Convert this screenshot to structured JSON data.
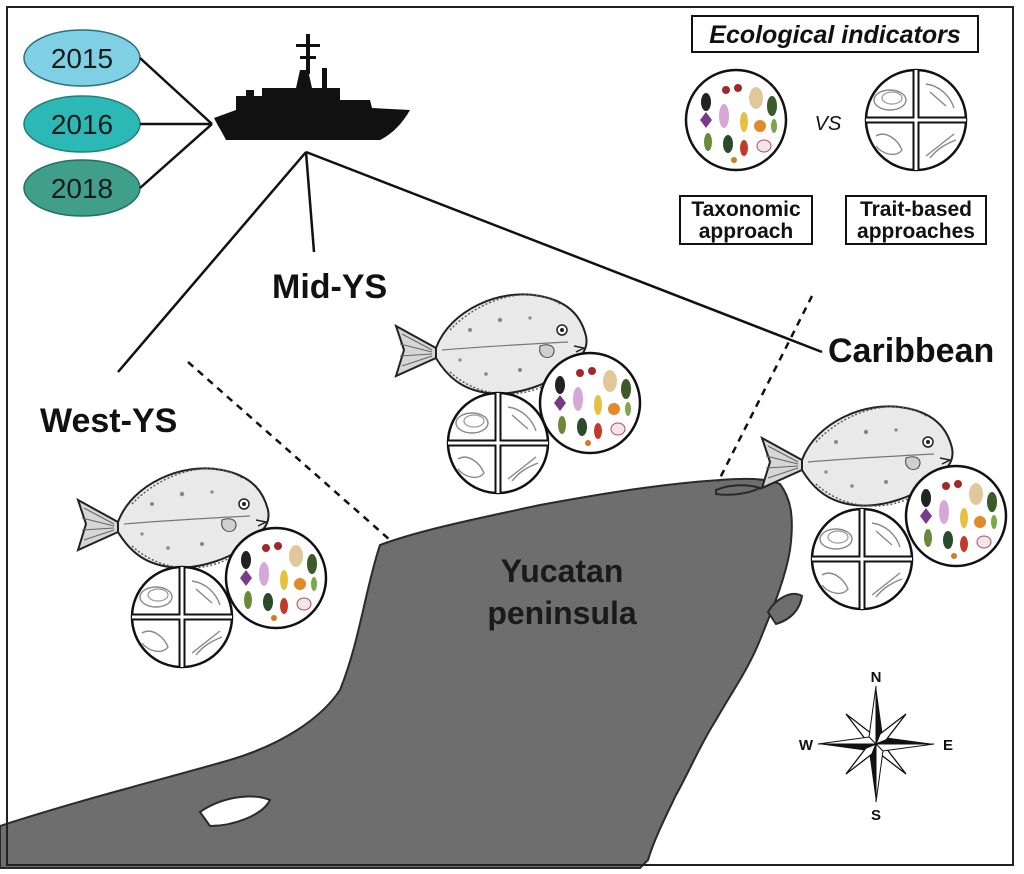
{
  "years": [
    {
      "label": "2015",
      "color": "#7fd0e4"
    },
    {
      "label": "2016",
      "color": "#2cb9b6"
    },
    {
      "label": "2018",
      "color": "#3f9f8a"
    }
  ],
  "regions": {
    "west": "West-YS",
    "mid": "Mid-YS",
    "caribbean": "Caribbean"
  },
  "land_label_line1": "Yucatan",
  "land_label_line2": "peninsula",
  "indicators": {
    "title": "Ecological indicators",
    "vs": "VS",
    "taxonomic_line1": "Taxonomic",
    "taxonomic_line2": "approach",
    "trait_line1": "Trait-based",
    "trait_line2": "approaches"
  },
  "compass": {
    "n": "N",
    "s": "S",
    "e": "E",
    "w": "W"
  },
  "icons": {
    "ship": "research-vessel-icon",
    "fish": "flatfish-icon",
    "taxa": "taxonomic-circle-icon",
    "traits": "trait-circle-icon",
    "compass": "compass-rose-icon"
  },
  "colors": {
    "land": "#6e6e6e",
    "coast": "#2a2a2a",
    "fish_body": "#e9e9e9",
    "lines": "#111111"
  }
}
